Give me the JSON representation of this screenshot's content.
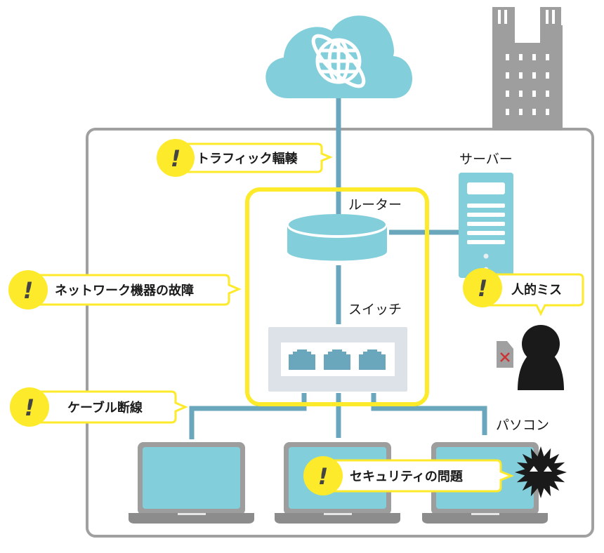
{
  "colors": {
    "cloud": "#82cedb",
    "line": "#6aa7bd",
    "frame": "#a0a0a0",
    "building": "#9e9e9e",
    "highlight": "#fdea2a",
    "laptop_body": "#9d9d9d",
    "laptop_base": "#8c8c8c",
    "screen": "#82cedb",
    "switch_body": "#dce2e8",
    "person": "#1a1a1a",
    "error_x": "#cc3333"
  },
  "nodes": {
    "internet": {
      "icon": "globe-icon"
    },
    "router": {
      "label": "ルーター"
    },
    "switch": {
      "label": "スイッチ"
    },
    "server": {
      "label": "サーバー"
    },
    "pc": {
      "label": "パソコン"
    }
  },
  "callouts": [
    {
      "id": "traffic",
      "icon": "warning-exclamation",
      "mark": "!",
      "text": "トラフィック輻輳"
    },
    {
      "id": "device-failure",
      "icon": "warning-exclamation",
      "mark": "!",
      "text": "ネットワーク機器の故障"
    },
    {
      "id": "human-error",
      "icon": "warning-exclamation",
      "mark": "!",
      "text": "人的ミス"
    },
    {
      "id": "cable-break",
      "icon": "warning-exclamation",
      "mark": "!",
      "text": "ケーブル断線"
    },
    {
      "id": "security",
      "icon": "warning-exclamation",
      "mark": "!",
      "text": "セキュリティの問題"
    }
  ]
}
